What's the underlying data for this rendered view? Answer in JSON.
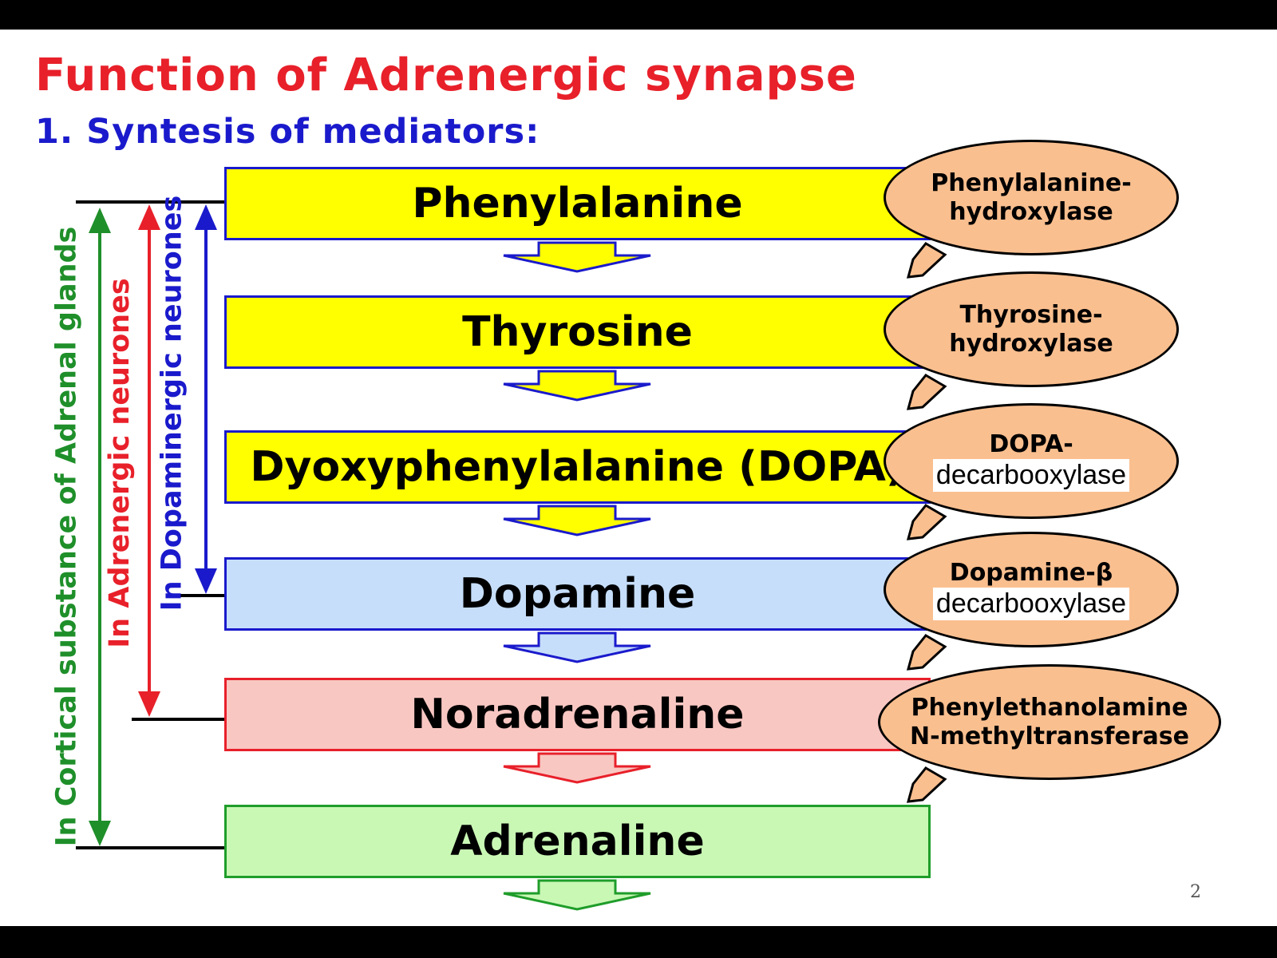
{
  "slide": {
    "title": "Function of Adrenergic synapse",
    "subtitle": "1. Syntesis of mediators:",
    "page_number": "2"
  },
  "steps": [
    {
      "label": "Phenylalanine",
      "fill": "#ffff00",
      "border": "#1a1acc"
    },
    {
      "label": "Thyrosine",
      "fill": "#ffff00",
      "border": "#1a1acc"
    },
    {
      "label": "Dyoxyphenylalanine (DOPA)",
      "fill": "#ffff00",
      "border": "#1a1acc"
    },
    {
      "label": "Dopamine",
      "fill": "#c6defa",
      "border": "#1a1acc"
    },
    {
      "label": "Noradrenaline",
      "fill": "#f9c7c2",
      "border": "#e8202a"
    },
    {
      "label": "Adrenaline",
      "fill": "#c9f8b5",
      "border": "#1f9d2a"
    }
  ],
  "enzymes": [
    {
      "line1": "Phenylalanine-",
      "line2": "hydroxylase"
    },
    {
      "line1": "Thyrosine-",
      "line2": "hydroxylase"
    },
    {
      "line1": "DOPA-",
      "line2": "decarbooxylase"
    },
    {
      "line1": "Dopamine-β",
      "line2": "decarbooxylase"
    },
    {
      "line1": "Phenylethanolamine",
      "line2": "N-methyltransferase"
    }
  ],
  "locations": [
    {
      "label": "In Cortical substance of Adrenal glands",
      "color": "#1f8f2a"
    },
    {
      "label": "In Adrenergic neurones",
      "color": "#e8202a"
    },
    {
      "label": "In Dopaminergic neurones",
      "color": "#1a1acc"
    }
  ],
  "colors": {
    "arrow_blue": "#1a1acc",
    "arrow_red": "#e8202a",
    "arrow_green": "#1f9d2a",
    "enzyme_fill": "#fabf8f"
  }
}
